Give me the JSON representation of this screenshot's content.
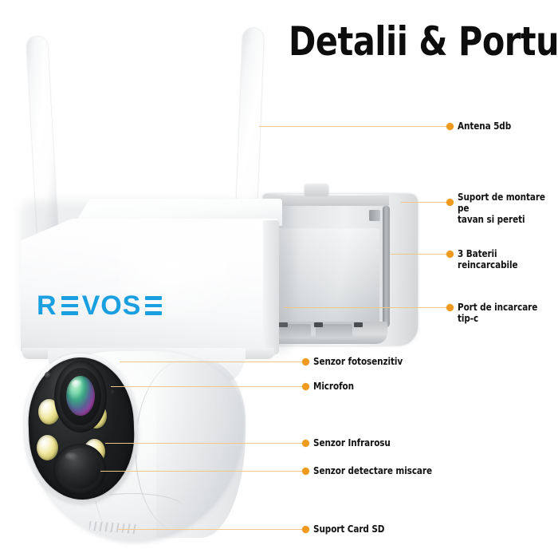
{
  "header": {
    "title": "Detalii & Porturi"
  },
  "product": {
    "brand": "REVOSE",
    "brand_color": "#1a9fe0"
  },
  "theme": {
    "background": "#ffffff",
    "callout_dot_color": "#ef9a1c",
    "callout_line_color": "#f2c78c",
    "text_color": "#131313"
  },
  "callouts": [
    {
      "id": "antena",
      "label": "Antena 5db"
    },
    {
      "id": "suport-montare",
      "label": "Suport de montare pe\ntavan si pereti"
    },
    {
      "id": "baterii",
      "label": "3 Baterii reincarcabile"
    },
    {
      "id": "port-incarcare",
      "label": "Port de incarcare tip-c"
    },
    {
      "id": "senzor-foto",
      "label": "Senzor fotosenzitiv"
    },
    {
      "id": "microfon",
      "label": "Microfon"
    },
    {
      "id": "senzor-infrarosu",
      "label": "Senzor Infrarosu"
    },
    {
      "id": "senzor-miscare",
      "label": "Senzor detectare miscare"
    },
    {
      "id": "card-sd",
      "label": "Suport Card SD"
    }
  ]
}
